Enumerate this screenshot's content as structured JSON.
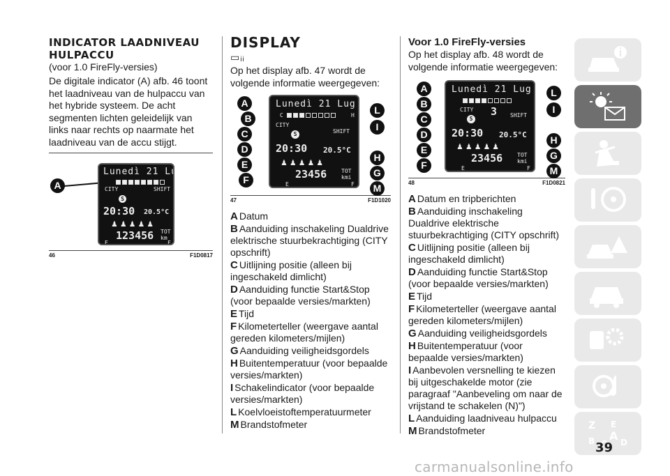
{
  "col1": {
    "heading": "INDICATOR LAADNIVEAU HULPACCU",
    "subheading": "(voor 1.0 FireFly-versies)",
    "paragraph": "De digitale indicator (A) afb. 46 toont het laadniveau van de hulpaccu van het hybride systeem. De acht segmenten lichten geleidelijk van links naar rechts op naarmate het laadniveau van de accu stijgt.",
    "figure": {
      "number": "46",
      "code": "F1D0817"
    }
  },
  "col2": {
    "heading": "DISPLAY",
    "intro": "Op het display afb. 47 wordt de volgende informatie weergegeven:",
    "figure": {
      "number": "47",
      "code": "F1D1020"
    },
    "legend": [
      {
        "key": "A",
        "text": "Datum"
      },
      {
        "key": "B",
        "text": "Aanduiding inschakeling Dualdrive elektrische stuurbekrachtiging (CITY opschrift)"
      },
      {
        "key": "C",
        "text": "Uitlijning positie (alleen bij ingeschakeld dimlicht)"
      },
      {
        "key": "D",
        "text": "Aanduiding functie Start&Stop (voor bepaalde versies/markten)"
      },
      {
        "key": "E",
        "text": "Tijd"
      },
      {
        "key": "F",
        "text": "Kilometerteller (weergave aantal gereden kilometers/mijlen)"
      },
      {
        "key": "G",
        "text": "Aanduiding veiligheidsgordels"
      },
      {
        "key": "H",
        "text": "Buitentemperatuur (voor bepaalde versies/markten)"
      },
      {
        "key": "I",
        "text": "Schakelindicator (voor bepaalde versies/markten)"
      },
      {
        "key": "L",
        "text": "Koelvloeistoftemperatuurmeter"
      },
      {
        "key": "M",
        "text": "Brandstofmeter"
      }
    ]
  },
  "col3": {
    "heading": "Voor 1.0 FireFly-versies",
    "intro": "Op het display afb. 48 wordt de volgende informatie weergegeven:",
    "figure": {
      "number": "48",
      "code": "F1D0821"
    },
    "legend": [
      {
        "key": "A",
        "text": "Datum en tripberichten"
      },
      {
        "key": "B",
        "text": "Aanduiding inschakeling Dualdrive elektrische stuurbekrachtiging (CITY opschrift)"
      },
      {
        "key": "C",
        "text": "Uitlijning positie (alleen bij ingeschakeld dimlicht)"
      },
      {
        "key": "D",
        "text": "Aanduiding functie Start&Stop (voor bepaalde versies/markten)"
      },
      {
        "key": "E",
        "text": "Tijd"
      },
      {
        "key": "F",
        "text": "Kilometerteller (weergave aantal gereden kilometers/mijlen)"
      },
      {
        "key": "G",
        "text": "Aanduiding veiligheidsgordels"
      },
      {
        "key": "H",
        "text": "Buitentemperatuur (voor bepaalde versies/markten)"
      },
      {
        "key": "I",
        "text": "Aanbevolen versnelling te kiezen bij uitgeschakelde motor (zie paragraaf \"Aanbeveling om naar de vrijstand te schakelen (N)\")"
      },
      {
        "key": "L",
        "text": "Aanduiding laadniveau hulpaccu"
      },
      {
        "key": "M",
        "text": "Brandstofmeter"
      }
    ]
  },
  "lcd": {
    "day": "Lunedì 21 Lug",
    "city": "CITY",
    "shift": "SHIFT",
    "time": "20:30",
    "temp": "20.5°C",
    "odo_fig46": "123456",
    "odo_fig47": "23456",
    "odo_fig48": "23456",
    "tot": "TOT",
    "unit_fig46": "km",
    "unit_fig47": "kmi",
    "unit_fig48": "kmi",
    "gauge_c": "C",
    "gauge_h": "H",
    "gauge_e": "E",
    "gauge_f": "F",
    "s_badge": "S",
    "gear": "3"
  },
  "callout_labels": {
    "a": "A",
    "b": "B",
    "c": "C",
    "d": "D",
    "e": "E",
    "f": "F",
    "g": "G",
    "h": "H",
    "i": "I",
    "l": "L",
    "m": "M"
  },
  "page": {
    "number": "39"
  },
  "watermark": "carmanualsonline.info",
  "sidebar": {
    "tabs": [
      {
        "name": "car-info-icon"
      },
      {
        "name": "warning-light-message-icon"
      },
      {
        "name": "airbag-seat-icon"
      },
      {
        "name": "steering-key-icon"
      },
      {
        "name": "crash-warning-icon"
      },
      {
        "name": "car-service-icon"
      },
      {
        "name": "tools-gear-icon"
      },
      {
        "name": "multimedia-icon"
      },
      {
        "name": "alphabet-index-icon"
      }
    ],
    "active_index": 1,
    "active_color": "#6f6f6f",
    "inactive_color": "#e9e9e9"
  }
}
